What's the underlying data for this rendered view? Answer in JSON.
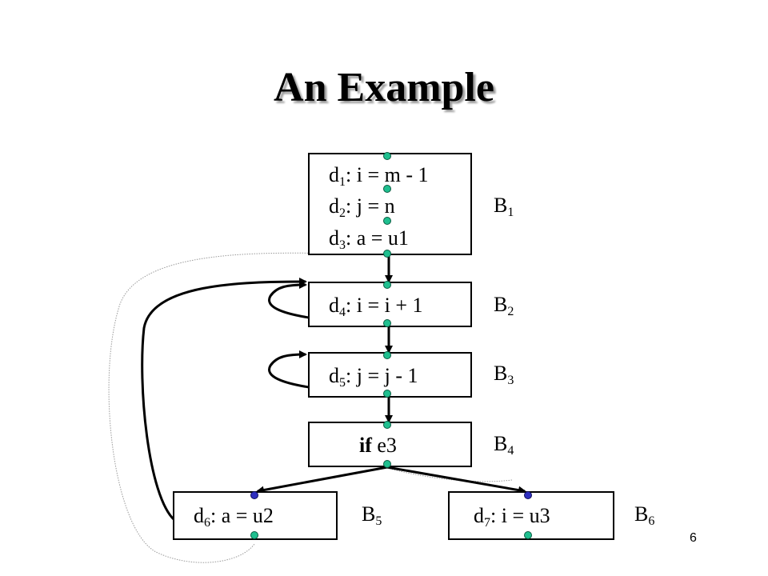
{
  "title": "An Example",
  "blocks": {
    "b1": {
      "label": "B",
      "label_sub": "1",
      "lines": [
        {
          "d": "d",
          "sub": "1",
          "text": ": i = m - 1"
        },
        {
          "d": "d",
          "sub": "2",
          "text": ": j = n"
        },
        {
          "d": "d",
          "sub": "3",
          "text": ": a = u1"
        }
      ]
    },
    "b2": {
      "label": "B",
      "label_sub": "2",
      "line": {
        "d": "d",
        "sub": "4",
        "text": ": i = i + 1"
      }
    },
    "b3": {
      "label": "B",
      "label_sub": "3",
      "line": {
        "d": "d",
        "sub": "5",
        "text": ": j = j - 1"
      }
    },
    "b4": {
      "label": "B",
      "label_sub": "4",
      "keyword": "if",
      "cond": " e3"
    },
    "b5": {
      "label": "B",
      "label_sub": "5",
      "line": {
        "d": "d",
        "sub": "6",
        "text": ": a = u2"
      }
    },
    "b6": {
      "label": "B",
      "label_sub": "6",
      "line": {
        "d": "d",
        "sub": "7",
        "text": ": i = u3"
      }
    }
  },
  "page_number": "6",
  "colors": {
    "program_point": "#1fbf8f",
    "entry_point": "#3030c0",
    "stroke": "#000000",
    "dotted_path": "#9a9a9a"
  }
}
